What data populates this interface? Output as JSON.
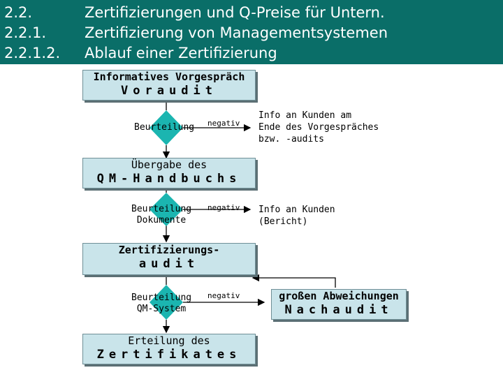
{
  "header": {
    "rows": [
      {
        "num": "2.2.",
        "text": "Zertifizierungen und Q-Preise für Untern."
      },
      {
        "num": "2.2.1.",
        "text": "Zertifizierung von Managementsystemen"
      },
      {
        "num": "2.2.1.2.",
        "text": "Ablauf einer Zertifizierung"
      }
    ]
  },
  "flow": {
    "box1": {
      "line1": "Informatives Vorgespräch",
      "line2": "Voraudit"
    },
    "box2": {
      "line1": "Übergabe des",
      "line2": "QM-Handbuchs"
    },
    "box3": {
      "line1": "Zertifizierungs-",
      "line2": "audit"
    },
    "box4": {
      "line1": "Erteilung des",
      "line2": "Zertifikates"
    },
    "box5": {
      "line1": "großen Abweichungen",
      "line2": "Nachaudit"
    },
    "decision1": {
      "line1": "Beurteilung",
      "line2": ""
    },
    "decision2": {
      "line1": "Beurteilung",
      "line2": "Dokumente"
    },
    "decision3": {
      "line1": "Beurteilung",
      "line2": "QM-System"
    },
    "negative_label": "negativ",
    "info1": [
      "Info an Kunden am",
      "Ende des Vorgespräches",
      "bzw. -audits"
    ],
    "info2": [
      "Info an Kunden",
      "(Bericht)"
    ]
  },
  "colors": {
    "header_bg": "#0a6e68",
    "box_fill": "#c9e4ea",
    "diamond": "#1bb5b0"
  }
}
